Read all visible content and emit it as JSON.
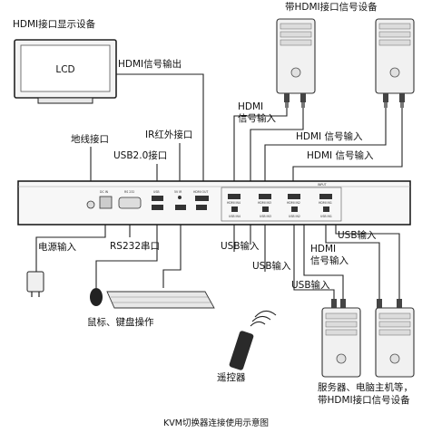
{
  "labels": {
    "hdmi_display": "HDMI接口显示设备",
    "lcd": "LCD",
    "hdmi_source_top": "带HDMI接口信号设备",
    "hdmi_signal_out": "HDMI信号输出",
    "hdmi_signal_in_1a": "HDMI",
    "hdmi_signal_in_1b": "信号输入",
    "hdmi_signal_in_2": "HDMI 信号输入",
    "hdmi_signal_in_3": "HDMI 信号输入",
    "ground_port": "地线接口",
    "ir_port": "IR红外接口",
    "usb20_port": "USB2.0接口",
    "power_input": "电源输入",
    "rs232_port": "RS232串口",
    "mouse_keyboard": "鼠标、键盘操作",
    "remote": "遥控器",
    "usb_input_1": "USB输入",
    "usb_input_2": "USB输入",
    "usb_input_3": "USB输入",
    "usb_input_4": "USB输入",
    "hdmi_signal_in_4a": "HDMI",
    "hdmi_signal_in_4b": "信号输入",
    "bottom_devices_1": "服务器、电脑主机等，",
    "bottom_devices_2": "带HDMI接口信号设备",
    "caption": "KVM切换器连接使用示意图"
  },
  "panel": {
    "dc_in": "DC IN",
    "rs232": "RS 232",
    "usb_left": "USB",
    "ir": "5V IR",
    "hdmi_out": "HDMI OUT",
    "usb_a": "USB",
    "input": "INPUT",
    "hdmi_ins": [
      "HDMI IN4",
      "HDMI IN3",
      "HDMI IN2",
      "HDMI IN1"
    ],
    "usb_ins": [
      "USB IN4",
      "USB IN3",
      "USB IN2",
      "USB IN1"
    ]
  }
}
